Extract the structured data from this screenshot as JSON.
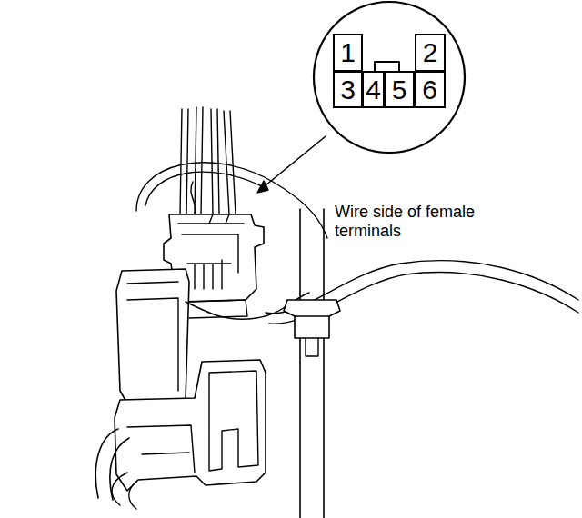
{
  "diagram": {
    "nodes": [
      {
        "text": [
          "1"
        ]
      },
      {
        "text": [
          "2"
        ]
      },
      {
        "text": [
          "3"
        ]
      },
      {
        "text": [
          "4"
        ]
      },
      {
        "text": [
          "5"
        ]
      },
      {
        "text": [
          "6"
        ]
      }
    ],
    "labels": [
      "Wire side of female terminals"
    ]
  }
}
